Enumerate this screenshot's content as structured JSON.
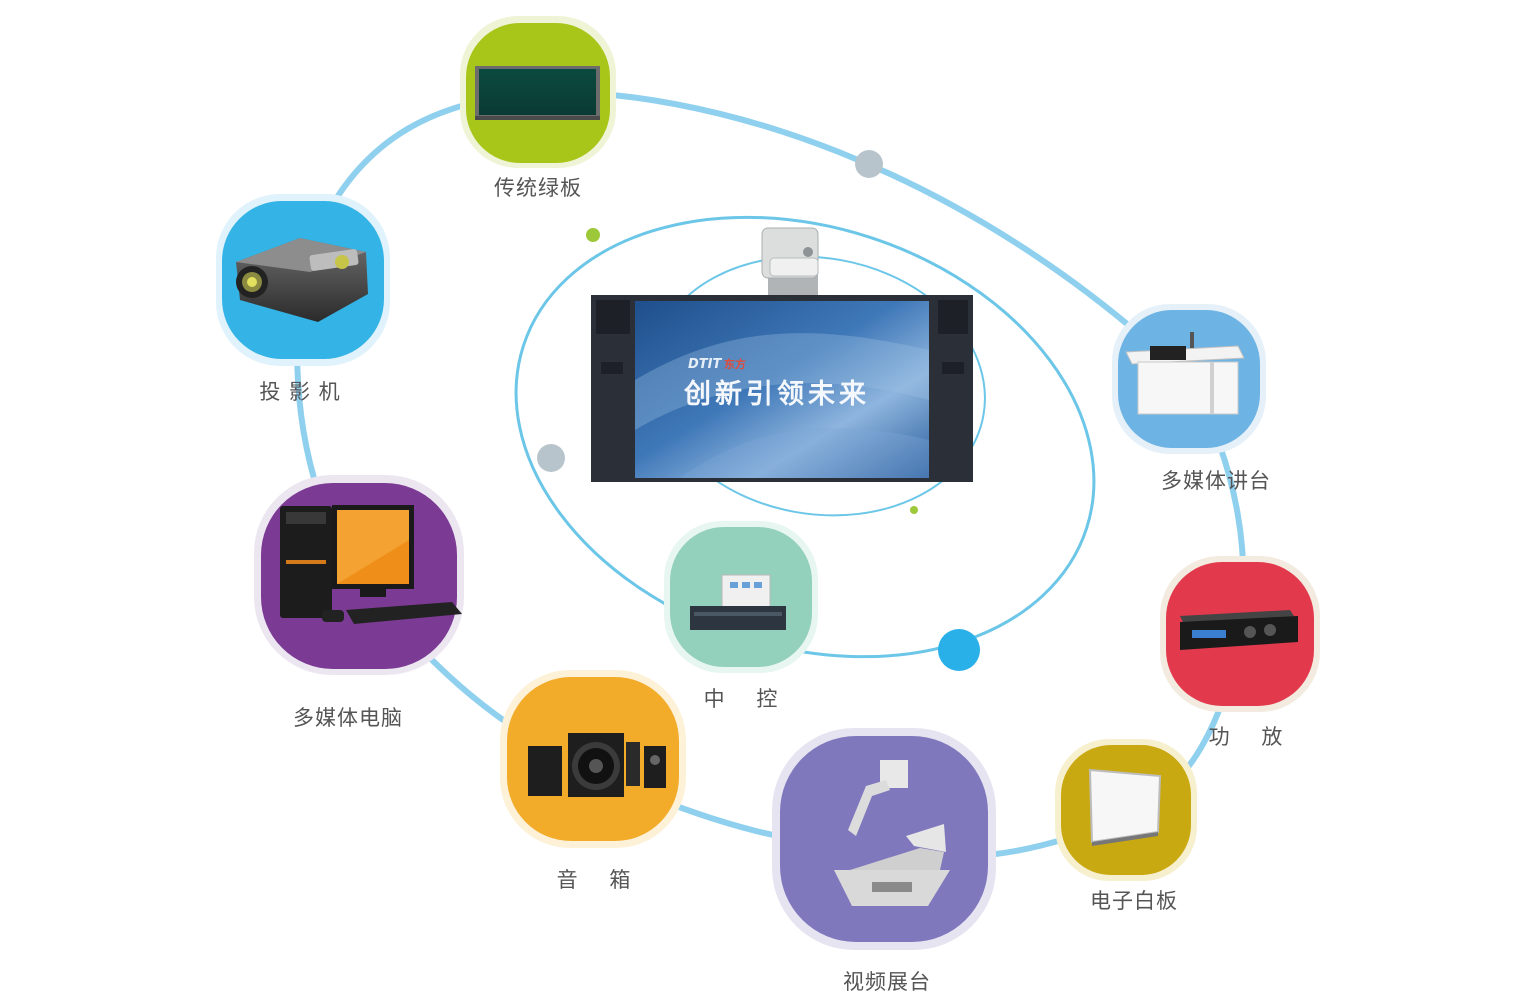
{
  "colors": {
    "orbit": "#8fd0ee",
    "orbit_inner": "#6cc6e8",
    "node_green": "#a8c51a",
    "node_blue": "#34b4e6",
    "node_purple": "#7b3a93",
    "node_orange": "#f2ac2a",
    "node_lilac": "#8078bd",
    "node_olive": "#c9a912",
    "node_red": "#e23a4c",
    "node_lightblue": "#6db3e4",
    "node_mint": "#93d1bd",
    "dot_grey": "#b8c4cc",
    "dot_blue": "#2ab0e8",
    "dot_green": "#9cc83a"
  },
  "screen": {
    "brand": "DTIT",
    "brand_cn": "东方",
    "slogan": "创新引领未来"
  },
  "nodes": [
    {
      "id": "green-board",
      "label": "传统绿板",
      "icon": "chalkboard-icon"
    },
    {
      "id": "projector",
      "label": "投 影 机",
      "icon": "projector-icon"
    },
    {
      "id": "computer",
      "label": "多媒体电脑",
      "icon": "desktop-computer-icon"
    },
    {
      "id": "speakers",
      "label": "音    箱",
      "icon": "speaker-icon"
    },
    {
      "id": "visualizer",
      "label": "视频展台",
      "icon": "document-camera-icon"
    },
    {
      "id": "whiteboard",
      "label": "电子白板",
      "icon": "whiteboard-icon"
    },
    {
      "id": "amplifier",
      "label": "功    放",
      "icon": "amplifier-icon"
    },
    {
      "id": "podium",
      "label": "多媒体讲台",
      "icon": "podium-icon"
    },
    {
      "id": "controller",
      "label": "中    控",
      "icon": "central-controller-icon"
    }
  ]
}
